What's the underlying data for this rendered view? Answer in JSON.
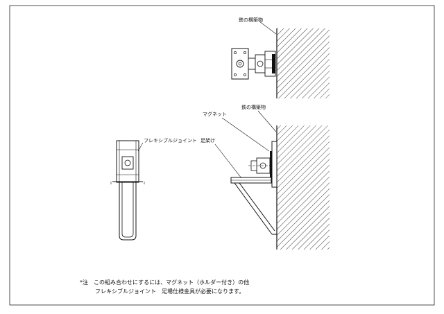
{
  "labels": {
    "steel_structure_top": "鉄の構築物",
    "magnet": "マグネット",
    "steel_structure_side": "鉄の構築物",
    "flexible_joint": "フレキシブルジョイント",
    "foot_rest": "足架け"
  },
  "note": {
    "line1": "*注　この組み合わせにするには、マグネット（ホルダー付き）の他",
    "line2": "フレキシブルジョイント　足場仕様金具が必要になります。"
  },
  "colors": {
    "line": "#111111",
    "paper": "#ffffff"
  }
}
